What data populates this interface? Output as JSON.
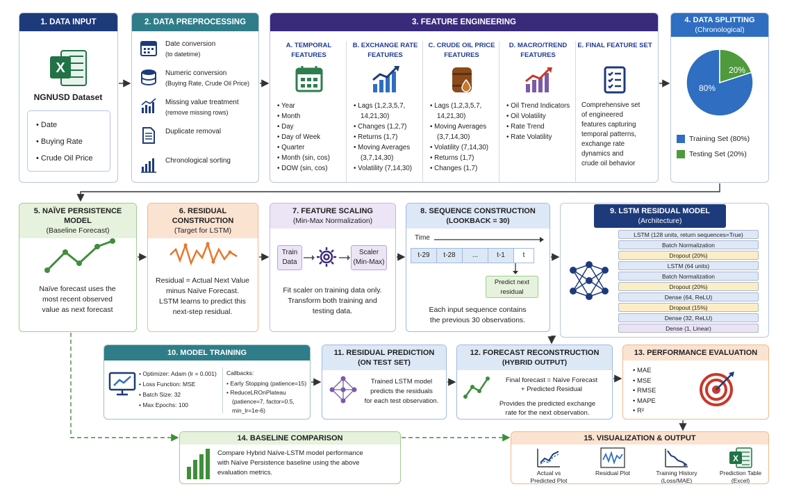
{
  "colors": {
    "navy": "#1d3a7a",
    "teal": "#2e7d89",
    "purple": "#3a2a7a",
    "green": "#4caf50",
    "orange": "#e8762b",
    "blue": "#2f6ec1"
  },
  "s1": {
    "title": "1. DATA INPUT",
    "dataset": "NGNUSD Dataset",
    "items": [
      "Date",
      "Buying Rate",
      "Crude Oil Price"
    ]
  },
  "s2": {
    "title": "2. DATA PREPROCESSING",
    "items": [
      {
        "title": "Date conversion",
        "desc": "(to datetime)",
        "icon": "calendar-icon"
      },
      {
        "title": "Numeric conversion",
        "desc": "(Buying Rate, Crude Oil Price)",
        "icon": "database-icon"
      },
      {
        "title": "Missing value treatment",
        "desc": "(remove missing rows)",
        "icon": "chart-icon"
      },
      {
        "title": "Duplicate removal",
        "desc": "",
        "icon": "document-icon"
      },
      {
        "title": "Chronological sorting",
        "desc": "",
        "icon": "bar-chart-icon"
      }
    ]
  },
  "s3": {
    "title": "3. FEATURE ENGINEERING",
    "cols": [
      {
        "title": "A. TEMPORAL FEATURES",
        "items": [
          "Year",
          "Month",
          "Day",
          "Day of Week",
          "Quarter",
          "Month (sin, cos)",
          "DOW (sin, cos)"
        ]
      },
      {
        "title": "B. EXCHANGE RATE FEATURES",
        "items": [
          "Lags (1,2,3,5,7,",
          "14,21,30)",
          "Changes (1,2,7)",
          "Returns (1,7)",
          "Moving Averages",
          "(3,7,14,30)",
          "Volatility (7,14,30)"
        ]
      },
      {
        "title": "C. CRUDE OIL PRICE FEATURES",
        "items": [
          "Lags (1,2,3,5,7,",
          "14,21,30)",
          "Moving Averages",
          "(3,7,14,30)",
          "Volatility (7,14,30)",
          "Returns (1,7)",
          "Changes (1,7)"
        ]
      },
      {
        "title": "D. MACRO/TREND FEATURES",
        "items": [
          "Oil Trend Indicators",
          "Oil Volatility",
          "Rate Trend",
          "Rate Volatility"
        ]
      },
      {
        "title": "E. FINAL FEATURE SET",
        "items": [
          "Comprehensive set",
          "of engineered",
          "features capturing",
          "temporal patterns,",
          "exchange rate",
          "dynamics and",
          "crude oil behavior"
        ]
      }
    ]
  },
  "s4": {
    "title": "4. DATA SPLITTING",
    "sub": "(Chronological)",
    "train_label": "80%",
    "test_label": "20%",
    "legend_train": "Training Set (80%)",
    "legend_test": "Testing Set (20%)",
    "train_frac": 0.8
  },
  "s5": {
    "title": "5. NAÏVE PERSISTENCE MODEL",
    "sub": "(Baseline Forecast)",
    "text": [
      "Naïve forecast uses the",
      "most recent observed",
      "value as next forecast"
    ]
  },
  "s6": {
    "title": "6. RESIDUAL CONSTRUCTION",
    "sub": "(Target for LSTM)",
    "text": [
      "Residual = Actual Next Value",
      "minus Naïve Forecast.",
      "LSTM learns to predict this",
      "next-step residual."
    ]
  },
  "s7": {
    "title": "7. FEATURE SCALING",
    "sub": "(Min-Max Normalization)",
    "train": [
      "Train",
      "Data"
    ],
    "scaler": [
      "Scaler",
      "(Min-Max)"
    ],
    "text": [
      "Fit scaler on training data only.",
      "Transform both training and",
      "testing data."
    ]
  },
  "s8": {
    "title": "8. SEQUENCE CONSTRUCTION",
    "sub": "(LOOKBACK = 30)",
    "time": "Time",
    "cells": [
      "t-29",
      "t-28",
      "...",
      "t-1",
      "t"
    ],
    "predict": [
      "Predict next",
      "residual"
    ],
    "text": [
      "Each input sequence contains",
      "the previous 30 observations."
    ]
  },
  "s9": {
    "title": "9. LSTM RESIDUAL MODEL",
    "sub": "(Architecture)",
    "layers": [
      {
        "label": "LSTM (128 units, return sequences=True)",
        "c": "b"
      },
      {
        "label": "Batch Normalization",
        "c": "b"
      },
      {
        "label": "Dropout (20%)",
        "c": "y"
      },
      {
        "label": "LSTM (64 units)",
        "c": "b"
      },
      {
        "label": "Batch Normalization",
        "c": "b"
      },
      {
        "label": "Dropout (20%)",
        "c": "y"
      },
      {
        "label": "Dense (64, ReLU)",
        "c": "b"
      },
      {
        "label": "Dropout (15%)",
        "c": "y"
      },
      {
        "label": "Dense (32, ReLU)",
        "c": "b"
      },
      {
        "label": "Dense (1, Linear)",
        "c": "p"
      }
    ]
  },
  "s10": {
    "title": "10. MODEL TRAINING",
    "left": [
      "Optimizer: Adam (lr = 0.001)",
      "Loss Function: MSE",
      "Batch Size: 32",
      "Max Epochs: 100"
    ],
    "cb_title": "Callbacks:",
    "right": [
      "Early Stopping (patience=15)",
      "ReduceLROnPlateau",
      "(patience=7, factor=0.5,",
      "min_lr=1e-6)"
    ]
  },
  "s11": {
    "title": "11. RESIDUAL PREDICTION",
    "sub": "(ON TEST SET)",
    "text": [
      "Trained LSTM model",
      "predicts the residuals",
      "for each test observation."
    ]
  },
  "s12": {
    "title": "12. FORECAST RECONSTRUCTION",
    "sub": "(HYBRID OUTPUT)",
    "formula": [
      "Final forecast = Naïve Forecast",
      "+ Predicted Residual"
    ],
    "text": [
      "Provides the predicted exchange",
      "rate for the next observation."
    ]
  },
  "s13": {
    "title": "13. PERFORMANCE EVALUATION",
    "items": [
      "MAE",
      "MSE",
      "RMSE",
      "MAPE",
      "R²"
    ]
  },
  "s14": {
    "title": "14. BASELINE COMPARISON",
    "text": [
      "Compare Hybrid Naïve-LSTM model performance",
      "with Naïve Persistence baseline using the above",
      "evaluation metrics."
    ]
  },
  "s15": {
    "title": "15. VISUALIZATION & OUTPUT",
    "items": [
      {
        "label": [
          "Actual vs",
          "Predicted Plot"
        ],
        "icon": "line-chart-icon"
      },
      {
        "label": [
          "Residual Plot"
        ],
        "icon": "residual-chart-icon"
      },
      {
        "label": [
          "Training History",
          "(Loss/MAE)"
        ],
        "icon": "history-chart-icon"
      },
      {
        "label": [
          "Prediction Table",
          "(Excel)"
        ],
        "icon": "excel-icon"
      }
    ]
  }
}
